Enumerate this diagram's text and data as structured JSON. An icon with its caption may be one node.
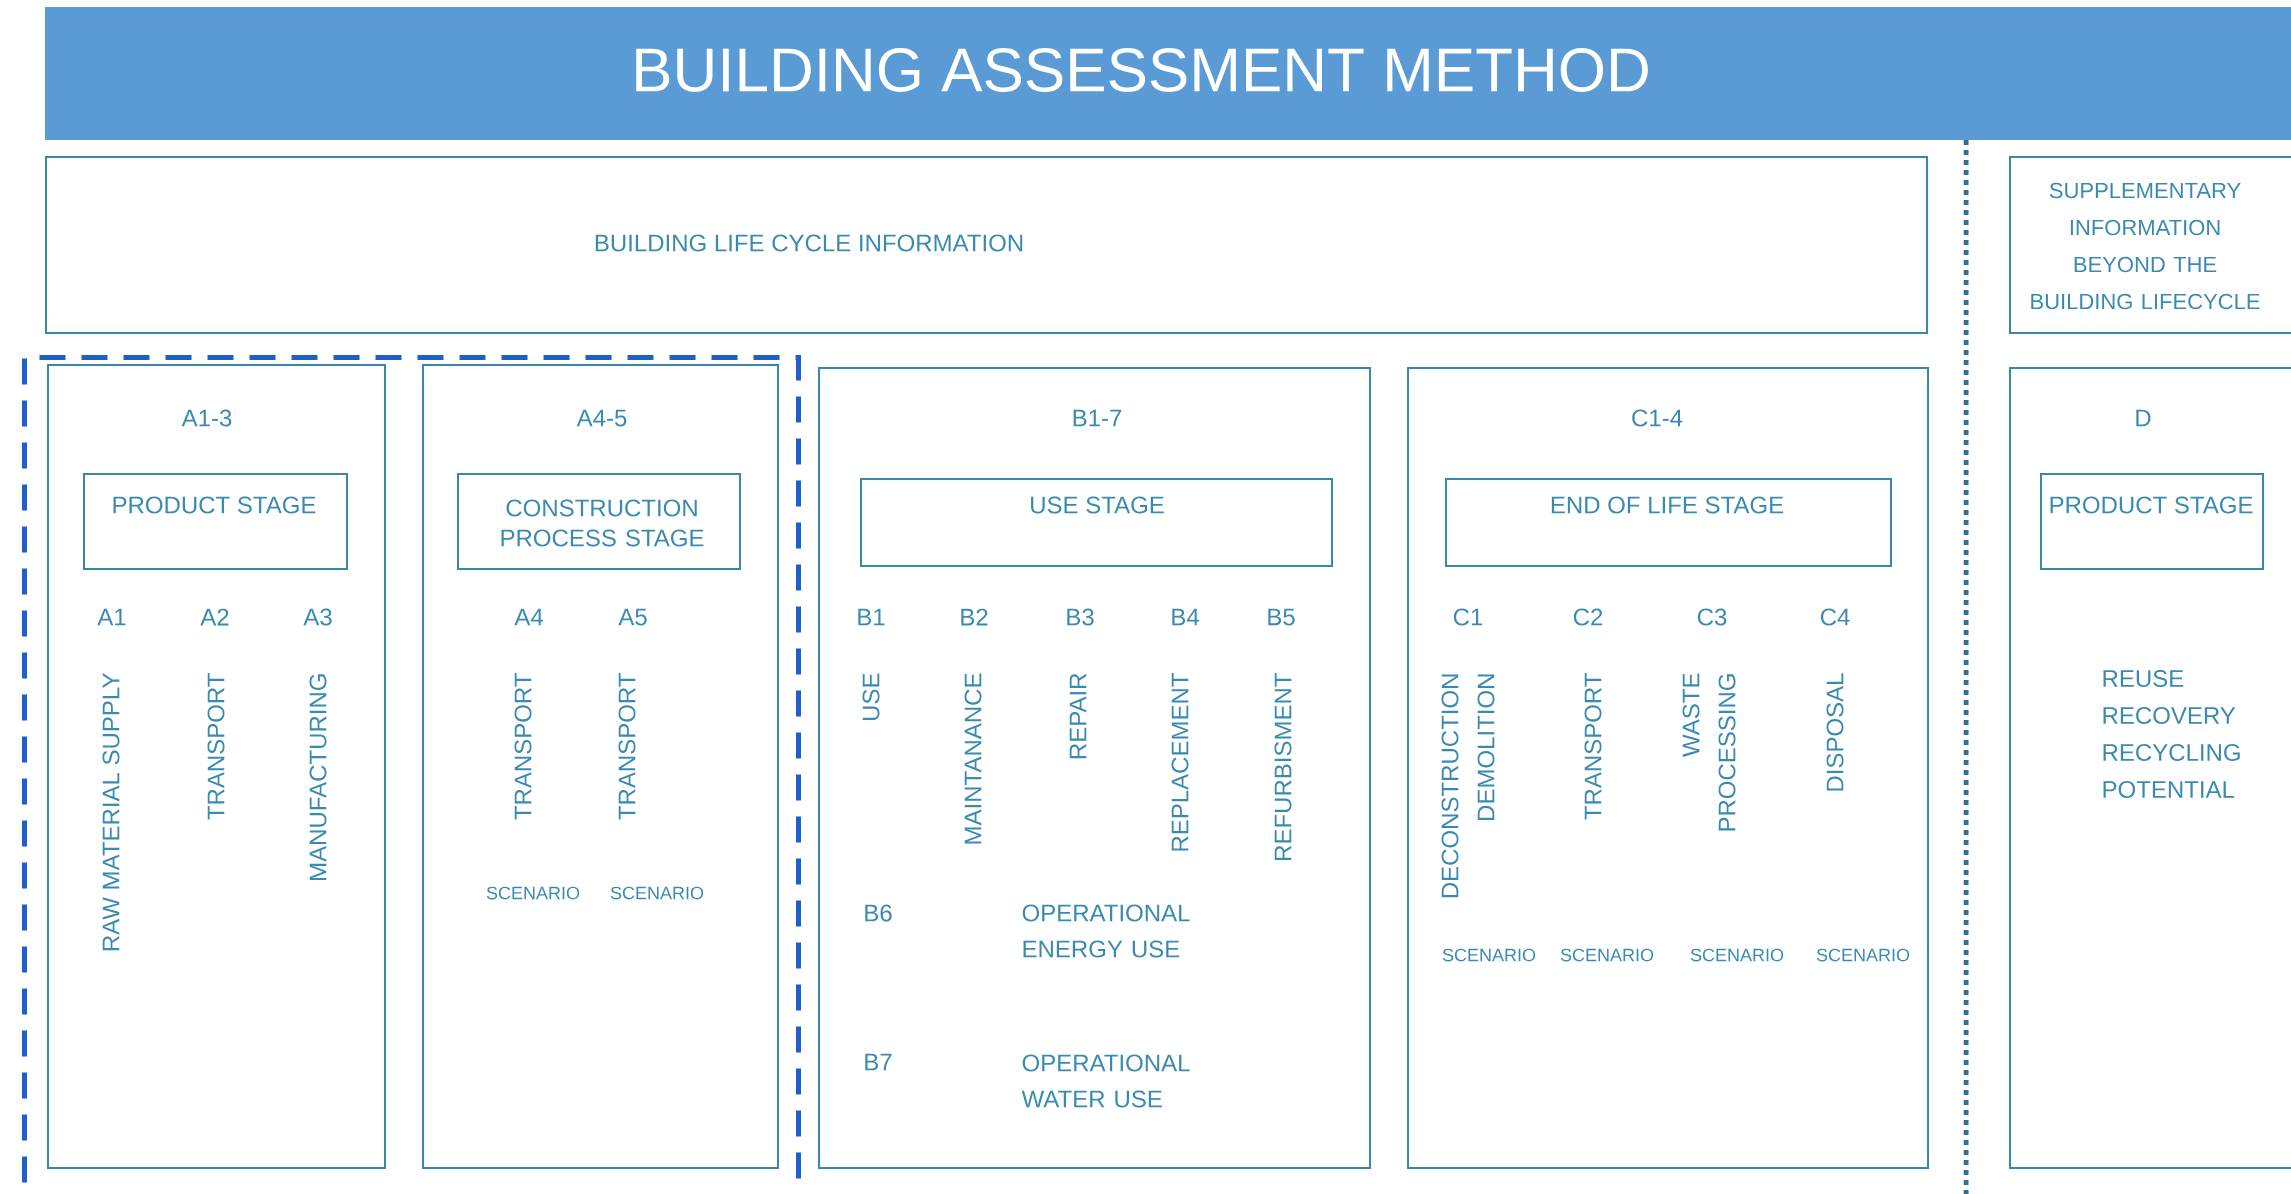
{
  "diagram": {
    "title": "BUILDING ASSESSMENT METHOD",
    "nodes": [
      {
        "text": [
          "BUILDING LIFE CYCLE INFORMATION"
        ]
      },
      {
        "text": [
          "SUPPLEMENTARY INFORMATION BEYOND THE BUILDING LIFECYCLE"
        ]
      },
      {
        "text": [],
        "shape": "box"
      },
      {
        "text": [
          "A1-3"
        ],
        "in": 2
      },
      {
        "text": [
          "PRODUCT STAGE"
        ],
        "in": 3
      },
      {
        "text": [
          "A4-5"
        ],
        "in": 2
      },
      {
        "text": [
          "CONSTRUCTION PROCESS STAGE"
        ],
        "in": 5
      },
      {
        "text": [
          "B1-7"
        ]
      },
      {
        "text": [
          "USE STAGE"
        ],
        "in": 7
      },
      {
        "text": [
          "C1-4"
        ]
      },
      {
        "text": [
          "END OF LIFE STAGE"
        ],
        "in": 9
      },
      {
        "text": [
          "D"
        ]
      },
      {
        "text": [
          "PRODUCT STAGE"
        ],
        "in": 11
      }
    ],
    "labels": [
      "A1",
      "A2",
      "A3",
      "RAW MATERIAL SUPPLY",
      "TRANSPORT",
      "MANUFACTURING",
      "A4",
      "A5",
      "TRANSPORT",
      "TRANSPORT",
      "SCENARIO",
      "SCENARIO",
      "B1",
      "B2",
      "B3",
      "B4",
      "B5",
      "USE",
      "MAINTANANCE",
      "REPAIR",
      "REPLACEMENT",
      "REFURBISMENT",
      "B6",
      "OPERATIONAL ENERGY USE",
      "B7",
      "OPERATIONAL WATER USE",
      "C1",
      "C2",
      "C3",
      "C4",
      "DECONSTRUCTION DEMOLITION",
      "TRANSPORT",
      "WASTE PROCESSING",
      "DISPOSAL",
      "SCENARIO",
      "SCENARIO",
      "SCENARIO",
      "SCENARIO",
      "REUSE RECOVERY RECYCLING POTENTIAL"
    ]
  }
}
